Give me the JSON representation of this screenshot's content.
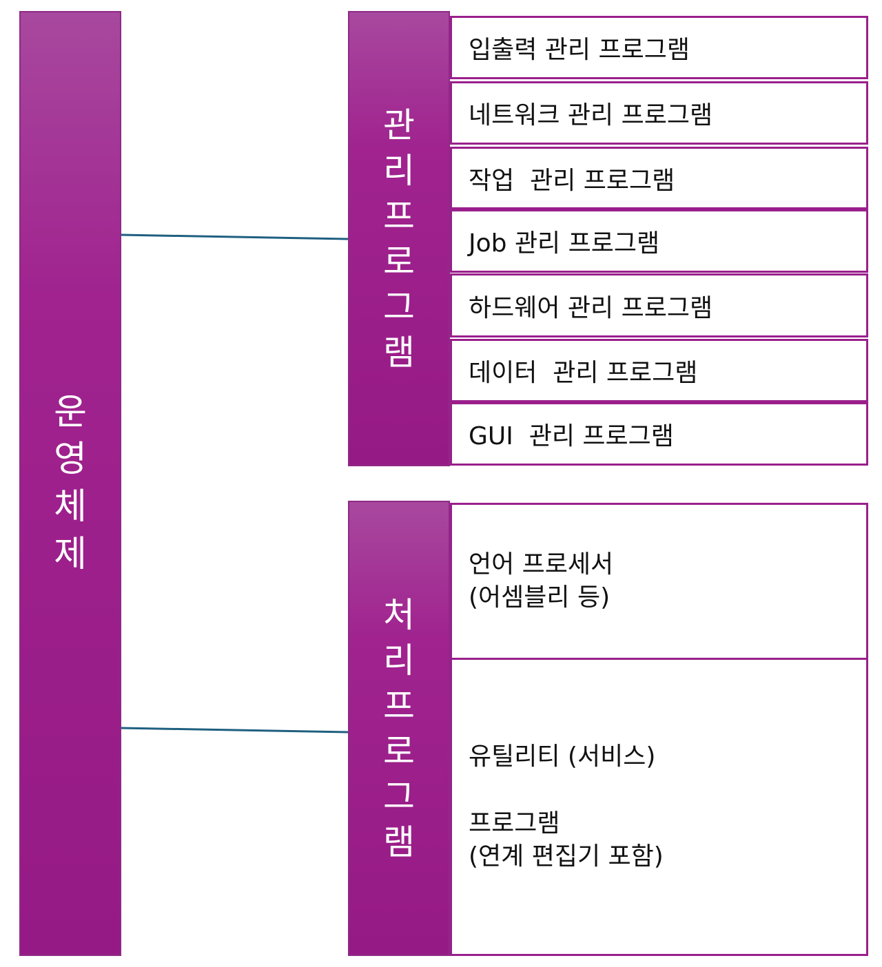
{
  "diagram": {
    "root": {
      "label": "운\n영\n체\n제"
    },
    "groups": [
      {
        "label": "관\n리\n프\n로\n그\n램",
        "items": [
          "입출력 관리 프로그램",
          "네트워크 관리 프로그램",
          "작업  관리 프로그램",
          "Job 관리 프로그램",
          "하드웨어 관리 프로그램",
          "데이터  관리 프로그램",
          "GUI  관리 프로그램"
        ]
      },
      {
        "label": "처\n리\n프\n로\n그\n램",
        "items": [
          "언어 프로세서\n(어셈블리 등)",
          "유틸리티 (서비스)\n\n프로그램\n(연계 편집기 포함)"
        ]
      }
    ],
    "colors": {
      "bar": "#a0238f",
      "box_border": "#9a1f8c",
      "connector": "#1f5f80"
    }
  }
}
